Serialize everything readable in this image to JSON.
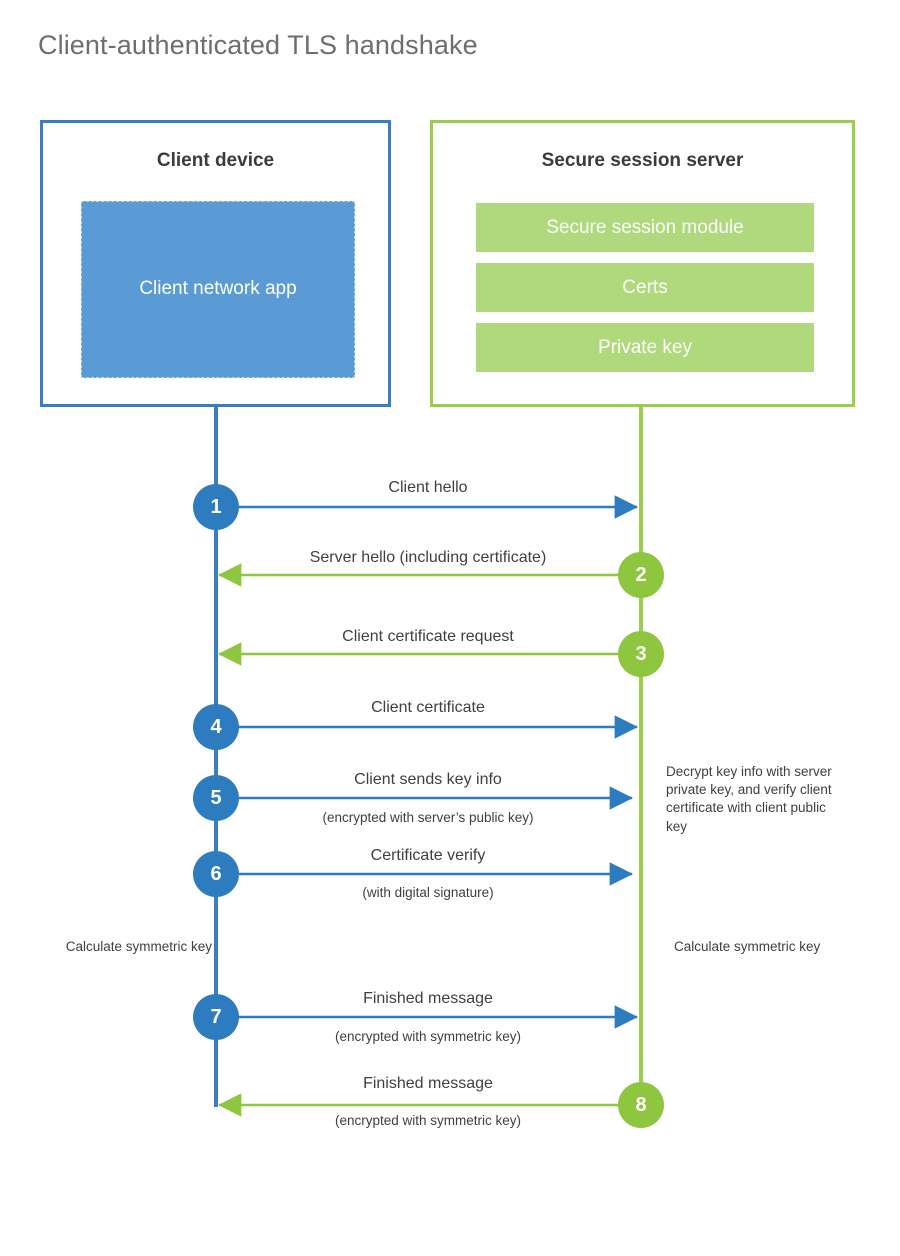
{
  "title": "Client-authenticated TLS handshake",
  "colors": {
    "client_border": "#3a7ec0",
    "server_border": "#9bcc4c",
    "client_app_fill": "#5b9bd5",
    "server_bar_fill": "#b0d87c",
    "step_blue": "#2e7cc0",
    "step_green": "#8ec63f",
    "text": "#3f3f3f",
    "title_text": "#6e6e6e"
  },
  "client": {
    "title": "Client device",
    "app_label": "Client network app"
  },
  "server": {
    "title": "Secure session server",
    "components": [
      {
        "label": "Secure session module"
      },
      {
        "label": "Certs"
      },
      {
        "label": "Private key"
      }
    ]
  },
  "messages": [
    {
      "step": "1",
      "label": "Client hello",
      "sublabel": "",
      "direction": "client-to-server",
      "color": "#2e7cc0"
    },
    {
      "step": "2",
      "label": "Server hello (including certificate)",
      "sublabel": "",
      "direction": "server-to-client",
      "color": "#8ec63f"
    },
    {
      "step": "3",
      "label": "Client certificate request",
      "sublabel": "",
      "direction": "server-to-client",
      "color": "#8ec63f"
    },
    {
      "step": "4",
      "label": "Client certificate",
      "sublabel": "",
      "direction": "client-to-server",
      "color": "#2e7cc0"
    },
    {
      "step": "5",
      "label": "Client sends key info",
      "sublabel": "(encrypted with server’s public key)",
      "direction": "client-to-server",
      "color": "#2e7cc0"
    },
    {
      "step": "6",
      "label": "Certificate verify",
      "sublabel": "(with digital signature)",
      "direction": "client-to-server",
      "color": "#2e7cc0"
    },
    {
      "step": "7",
      "label": "Finished message",
      "sublabel": "(encrypted with symmetric key)",
      "direction": "client-to-server",
      "color": "#2e7cc0"
    },
    {
      "step": "8",
      "label": "Finished message",
      "sublabel": "(encrypted with symmetric key)",
      "direction": "server-to-client",
      "color": "#8ec63f"
    }
  ],
  "annotations": {
    "server_decrypt_note": "Decrypt key info with server private key, and verify client certificate with client public key",
    "client_calc_note": "Calculate symmetric key",
    "server_calc_note": "Calculate symmetric key"
  }
}
